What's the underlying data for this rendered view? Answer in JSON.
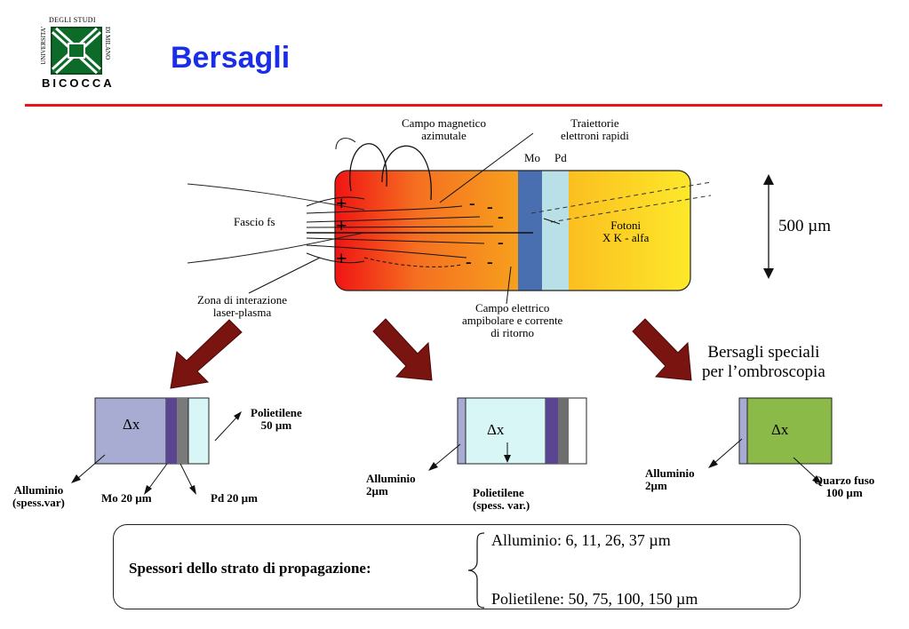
{
  "header": {
    "logo_top": "DEGLI STUDI",
    "logo_left": "UNIVERSITA'",
    "logo_right": "DI MILANO",
    "logo_bottom": "BICOCCA",
    "title": "Bersagli"
  },
  "colors": {
    "title": "#1a2ee8",
    "rule": "#e8141c",
    "arrow": "#7a1410"
  },
  "main_diagram": {
    "campo_magnetico": [
      "Campo magnetico",
      "azimutale"
    ],
    "traiettorie": [
      "Traiettorie",
      "elettroni rapidi"
    ],
    "mo": "Mo",
    "pd": "Pd",
    "fascio": "Fascio fs",
    "fotoni": [
      "Fotoni",
      "X K - alfa"
    ],
    "zona": [
      "Zona di interazione",
      "laser-plasma"
    ],
    "campo_elettrico": [
      "Campo elettrico",
      "ampibolare e corrente",
      "di ritorno"
    ],
    "plus": "+",
    "minus": "-",
    "scale": "500 µm"
  },
  "special": [
    "Bersagli speciali",
    "per l’ombroscopia"
  ],
  "targets": {
    "delta": "Δx",
    "t1": {
      "alluminio": [
        "Alluminio",
        "(spess.var)"
      ],
      "mo": "Mo 20 µm",
      "pd": "Pd 20 µm",
      "polietilene": [
        "Polietilene",
        "50 µm"
      ]
    },
    "t2": {
      "alluminio": [
        "Alluminio",
        "2µm"
      ],
      "polietilene": [
        "Polietilene",
        "(spess. var.)"
      ]
    },
    "t3": {
      "alluminio": [
        "Alluminio",
        "2µm"
      ],
      "quarzo": [
        "Quarzo fuso",
        "100 µm"
      ]
    }
  },
  "summary": {
    "label": "Spessori dello strato di propagazione:",
    "item1": "Alluminio: 6, 11, 26, 37 µm",
    "item2": "Polietilene: 50, 75, 100, 150 µm"
  }
}
